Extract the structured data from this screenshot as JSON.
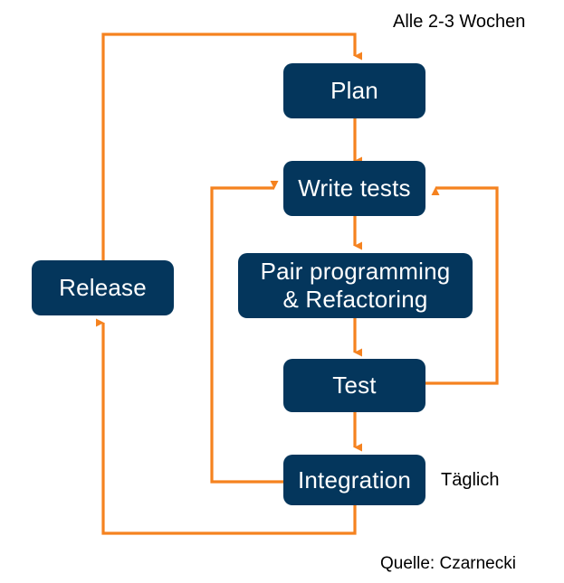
{
  "diagram": {
    "title_label": "Alle 2-3 Wochen",
    "cadence_label": "Täglich",
    "credit_label": "Quelle: Czarnecki",
    "colors": {
      "node_fill": "#04365C",
      "node_text": "#FFFFFF",
      "connector": "#F5821F",
      "background": "#FFFFFF",
      "annotation_text": "#000000"
    },
    "nodes": [
      {
        "id": "plan",
        "label": "Plan"
      },
      {
        "id": "write-tests",
        "label": "Write tests"
      },
      {
        "id": "pair-programming",
        "label": "Pair programming\n& Refactoring"
      },
      {
        "id": "test",
        "label": "Test"
      },
      {
        "id": "integration",
        "label": "Integration"
      },
      {
        "id": "release",
        "label": "Release"
      }
    ],
    "connections": [
      {
        "from": "plan",
        "to": "write-tests",
        "kind": "down"
      },
      {
        "from": "write-tests",
        "to": "pair-programming",
        "kind": "down"
      },
      {
        "from": "pair-programming",
        "to": "test",
        "kind": "down"
      },
      {
        "from": "test",
        "to": "integration",
        "kind": "down"
      },
      {
        "from": "test",
        "to": "write-tests",
        "kind": "right-loop"
      },
      {
        "from": "integration",
        "to": "write-tests",
        "kind": "left-loop"
      },
      {
        "from": "integration",
        "to": "release",
        "kind": "bottom-left-loop"
      },
      {
        "from": "release",
        "to": "plan",
        "kind": "top-loop"
      }
    ]
  }
}
